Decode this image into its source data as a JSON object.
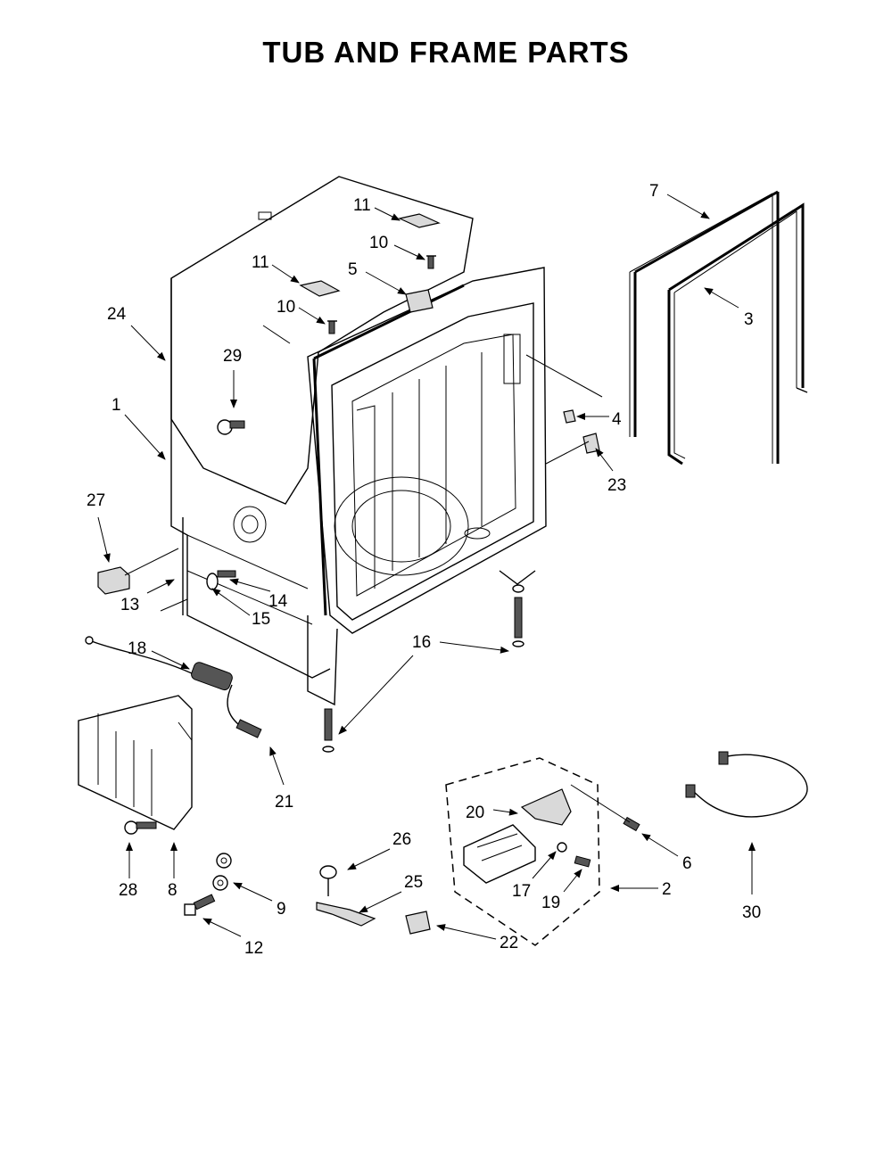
{
  "title": "TUB AND FRAME PARTS",
  "callouts": {
    "c1": "1",
    "c2": "2",
    "c3": "3",
    "c4": "4",
    "c5": "5",
    "c6": "6",
    "c7": "7",
    "c8": "8",
    "c9": "9",
    "c10a": "10",
    "c10b": "10",
    "c11a": "11",
    "c11b": "11",
    "c12": "12",
    "c13": "13",
    "c14": "14",
    "c15": "15",
    "c16": "16",
    "c17": "17",
    "c18": "18",
    "c19": "19",
    "c20": "20",
    "c21": "21",
    "c22": "22",
    "c23": "23",
    "c24": "24",
    "c25": "25",
    "c26": "26",
    "c27": "27",
    "c28": "28",
    "c29": "29",
    "c30": "30"
  }
}
